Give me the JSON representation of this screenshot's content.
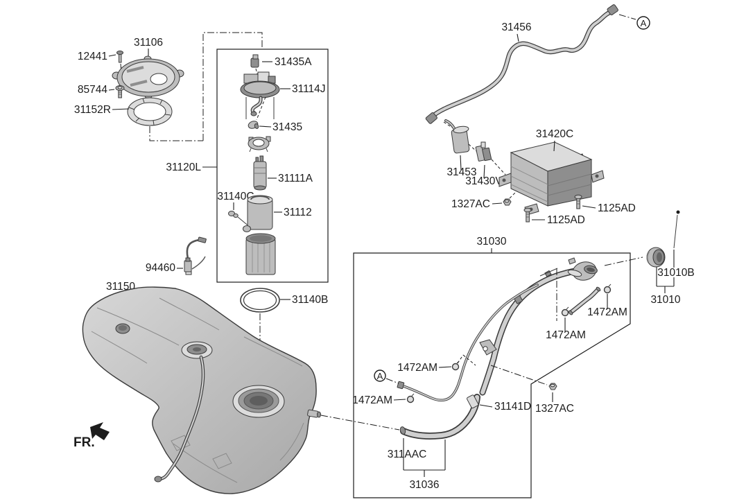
{
  "diagram": {
    "front_marker": "FR.",
    "view_marker": "A",
    "labels": {
      "cover_plate": "31106",
      "screw": "12441",
      "cover_bolt": "85744",
      "lock_ring": "31152R",
      "pump_module": "31120L",
      "module_sensor": "31435A",
      "pump_plate": "31114J",
      "grommet": "31435",
      "fuel_pump": "31111A",
      "clip": "31140C",
      "fuel_filter": "31112",
      "o_ring": "31140B",
      "fuel_sender": "94460",
      "fuel_tank": "31150",
      "vapor_tube": "31456",
      "canister": "31420C",
      "canister_filter": "31453",
      "canister_valve": "31430V",
      "nut": "1327AC",
      "bolt": "1125AD",
      "filler_neck_assy": "31030",
      "fuel_cap": "31010B",
      "filler_neck": "31010",
      "clamp": "1472AM",
      "connector_hose": "31141D",
      "filler_pipe": "311AAC",
      "filler_hose": "31036"
    },
    "colors": {
      "ink": "#1c1c1c",
      "part_light": "#dcdcdc",
      "part_mid": "#bdbdbd",
      "part_dark": "#8e8e8e",
      "bg": "#ffffff"
    }
  }
}
